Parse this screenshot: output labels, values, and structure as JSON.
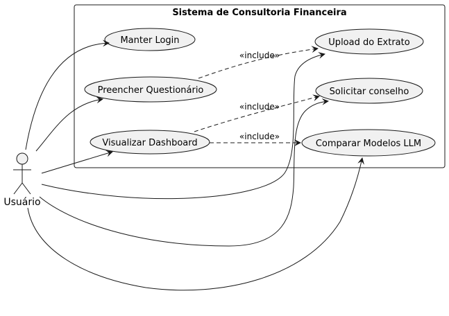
{
  "system": {
    "title": "Sistema de Consultoria Financeira"
  },
  "actor": {
    "name": "Usuário"
  },
  "use_cases": {
    "manter_login": "Manter Login",
    "preencher_questionario": "Preencher Questionário",
    "visualizar_dashboard": "Visualizar Dashboard",
    "upload_extrato": "Upload do Extrato",
    "solicitar_conselho": "Solicitar conselho",
    "comparar_modelos": "Comparar Modelos LLM"
  },
  "relations": {
    "include_1": "«include»",
    "include_2": "«include»",
    "include_3": "«include»"
  },
  "colors": {
    "fill": "#f1f1f1",
    "stroke": "#181818"
  }
}
